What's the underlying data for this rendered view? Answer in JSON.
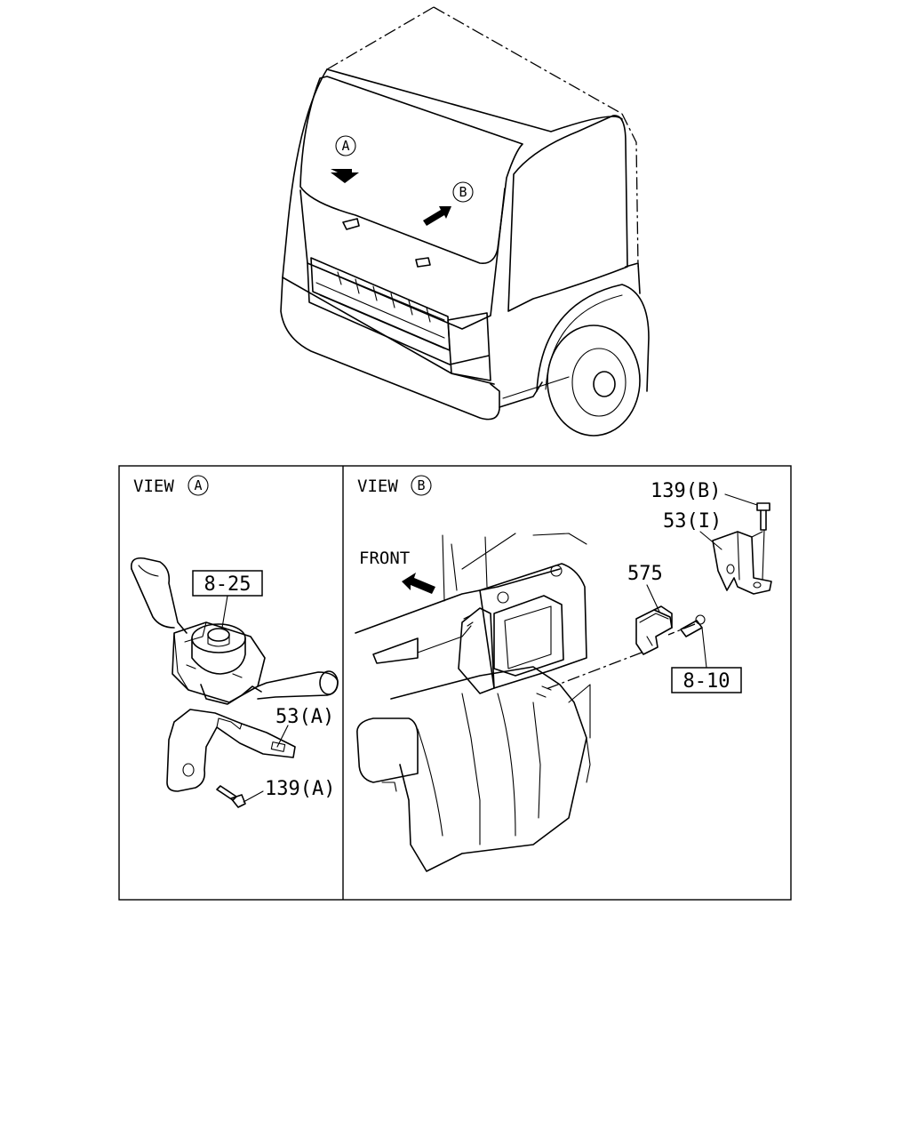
{
  "top_view": {
    "callout_a": "A",
    "callout_b": "B"
  },
  "view_a": {
    "title": "VIEW",
    "title_callout": "A",
    "parts": {
      "ref_8_25": "8-25",
      "p53a": "53(A)",
      "p139a": "139(A)"
    }
  },
  "view_b": {
    "title": "VIEW",
    "title_callout": "B",
    "front_label": "FRONT",
    "parts": {
      "p139b": "139(B)",
      "p53i": "53(I)",
      "p575": "575",
      "ref_8_10": "8-10"
    }
  }
}
